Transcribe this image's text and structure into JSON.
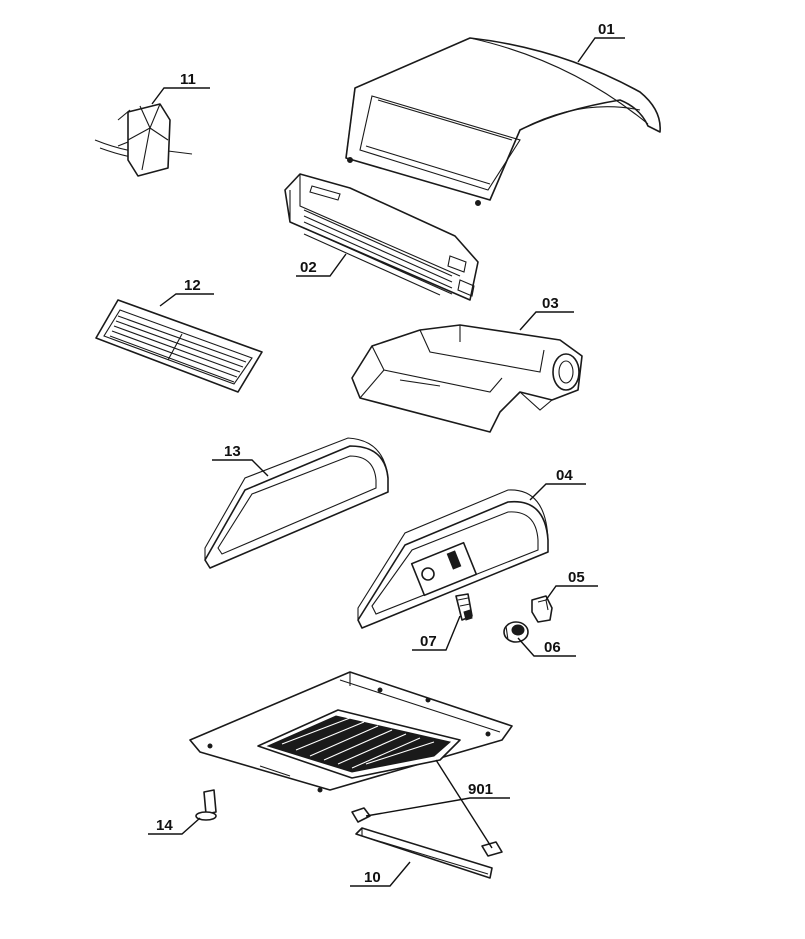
{
  "diagram": {
    "type": "exploded-parts-view",
    "line_color": "#1a1a1a",
    "background": "#ffffff",
    "callouts": [
      {
        "id": "01",
        "label": "01"
      },
      {
        "id": "02",
        "label": "02"
      },
      {
        "id": "03",
        "label": "03"
      },
      {
        "id": "04",
        "label": "04"
      },
      {
        "id": "05",
        "label": "05"
      },
      {
        "id": "06",
        "label": "06"
      },
      {
        "id": "07",
        "label": "07"
      },
      {
        "id": "10",
        "label": "10"
      },
      {
        "id": "11",
        "label": "11"
      },
      {
        "id": "12",
        "label": "12"
      },
      {
        "id": "13",
        "label": "13"
      },
      {
        "id": "14",
        "label": "14"
      },
      {
        "id": "901",
        "label": "901"
      }
    ]
  }
}
